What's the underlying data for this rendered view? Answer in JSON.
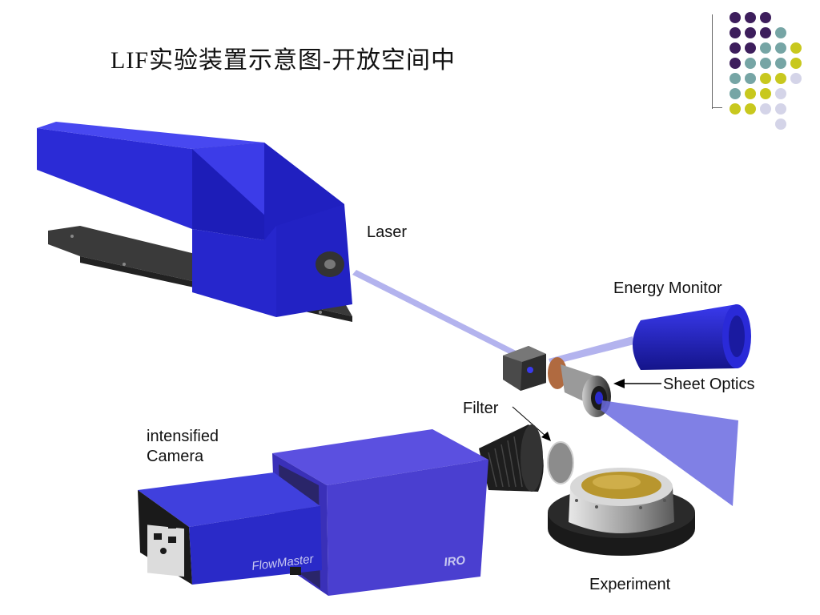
{
  "title": "LIF实验装置示意图-开放空间中",
  "labels": {
    "laser": "Laser",
    "energy_monitor": "Energy Monitor",
    "sheet_optics": "Sheet Optics",
    "filter": "Filter",
    "camera_line1": "intensified",
    "camera_line2": "Camera",
    "experiment": "Experiment"
  },
  "camera_text": {
    "brand": "FlowMaster",
    "model": "IRO"
  },
  "colors": {
    "device_blue": "#2222cc",
    "camera_purple": "#4a3fd0",
    "beam": "#9a9ae8",
    "dot_purple": "#3d1e5c",
    "dot_teal": "#76a5a5",
    "dot_yellow": "#c8c81e",
    "dot_light": "#d4d4e8"
  }
}
